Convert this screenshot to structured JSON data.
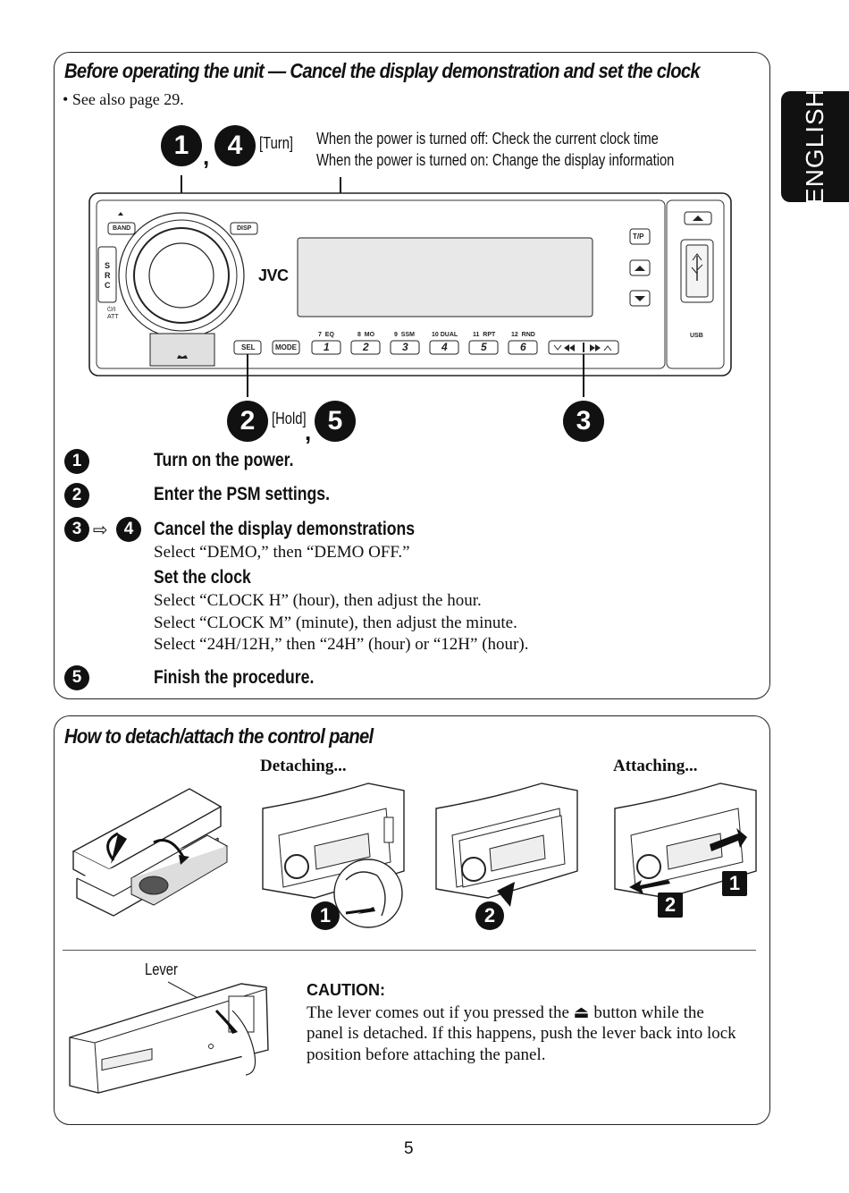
{
  "language_tab": "ENGLISH",
  "section1": {
    "title": "Before operating the unit — Cancel the display demonstration and set the clock",
    "see_also": "See also page 29.",
    "callout_top_nums": [
      "1",
      "4"
    ],
    "callout_top_sep": ",",
    "callout_top_tag": "[Turn]",
    "info_line1": "When the power is turned off: Check the current clock time",
    "info_line2": "When the power is turned on: Change the display information",
    "callout_bottom_nums": [
      "2",
      "5"
    ],
    "callout_bottom_sep": ",",
    "callout_bottom_tag": "[Hold]",
    "callout_right_num": "3",
    "unit": {
      "brand": "JVC",
      "band": "BAND",
      "disp": "DISP",
      "src": "S\nR\nC",
      "att": "ATT",
      "sel": "SEL",
      "mode": "MODE",
      "tp": "T/P",
      "usb": "USB",
      "presets": [
        {
          "top": "7  EQ",
          "num": "1"
        },
        {
          "top": "8  MO",
          "num": "2"
        },
        {
          "top": "9  SSM",
          "num": "3"
        },
        {
          "top": "10 DUAL",
          "num": "4"
        },
        {
          "top": "11  RPT",
          "num": "5"
        },
        {
          "top": "12  RND",
          "num": "6"
        }
      ]
    },
    "steps": [
      {
        "num": "1",
        "title": "Turn on the power."
      },
      {
        "num": "2",
        "title": "Enter the PSM settings."
      },
      {
        "num_from": "3",
        "num_to": "4",
        "title": "Cancel the display demonstrations",
        "line1": "Select “DEMO,” then “DEMO OFF.”",
        "subtitle": "Set the clock",
        "sub_lines": [
          "Select “CLOCK H” (hour), then adjust the hour.",
          "Select “CLOCK M” (minute), then adjust the minute.",
          "Select “24H/12H,” then “24H” (hour) or “12H” (hour)."
        ]
      },
      {
        "num": "5",
        "title": "Finish the procedure."
      }
    ]
  },
  "section2": {
    "title": "How to detach/attach the control panel",
    "detaching": "Detaching...",
    "attaching": "Attaching...",
    "marks_detach": [
      "1",
      "2"
    ],
    "marks_attach": [
      "1",
      "2"
    ],
    "lever_label": "Lever",
    "caution_title": "CAUTION:",
    "caution_lines": [
      "The lever comes out if you pressed the ⏏ button while the",
      "panel is detached. If this happens, push the lever back into lock",
      "position before attaching the panel."
    ]
  },
  "page_number": "5"
}
